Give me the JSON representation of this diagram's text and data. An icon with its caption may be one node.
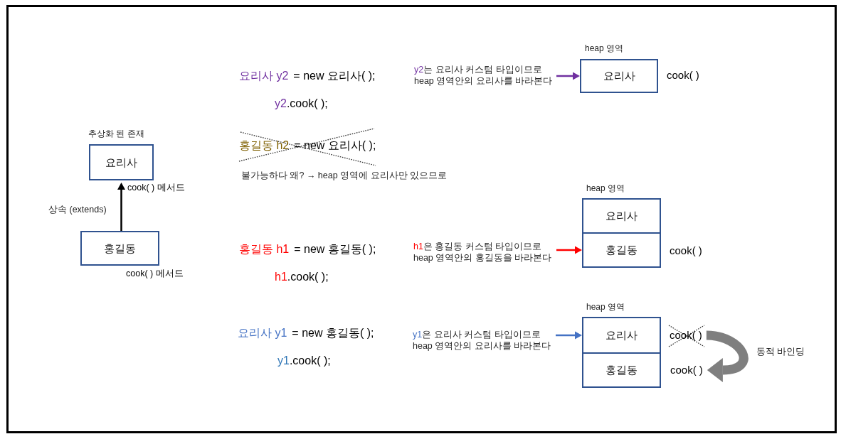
{
  "diagram": {
    "nodes": [
      {
        "text": [
          "추상화 된 존재",
          "요리사"
        ],
        "beside": [
          "cook( ) 메서드"
        ]
      },
      {
        "text": [
          "홍길동"
        ],
        "beside": [
          "cook( ) 메서드"
        ]
      },
      {
        "text": [
          "y2",
          "는 요리사 커스텀 타입이므로 heap 영역안의 요리사를 바라본다"
        ]
      },
      {
        "text": [
          "heap 영역",
          "요리사"
        ],
        "beside": [
          "cook( )"
        ]
      },
      {
        "text": [
          "h1",
          "은 홍길동 커스텀 타입이므로 heap 영역안의 홍길동을 바라본다"
        ]
      },
      {
        "text": [
          "heap 영역",
          "요리사"
        ]
      },
      {
        "text": [
          "홍길동"
        ],
        "beside": [
          "cook( )"
        ]
      },
      {
        "text": [
          "y1",
          "은 요리사 커스텀 타입이므로 heap 영역안의 요리사를 바라본다"
        ]
      },
      {
        "text": [
          "heap 영역",
          "요리사"
        ]
      },
      {
        "text": [
          "홍길동"
        ]
      },
      {
        "text": [
          "cook( )"
        ]
      },
      {
        "text": [
          "cook( )"
        ]
      }
    ],
    "edges": [
      {
        "from": 1,
        "to": 0,
        "arrow": "to",
        "label": "상속 (extends)"
      },
      {
        "from": 2,
        "to": 3,
        "arrow": "to",
        "color": "#7030a0"
      },
      {
        "from": 4,
        "to": 6,
        "arrow": "to",
        "color": "#ff0000"
      },
      {
        "from": 7,
        "to": 8,
        "arrow": "to",
        "color": "#4472c4"
      },
      {
        "from": 10,
        "to": 11,
        "arrow": "to",
        "label": "동적 바인딩",
        "style": "thick",
        "color": "#7f7f7f"
      }
    ],
    "labels": [
      "요리사 y2",
      "= new 요리사( );",
      "y2",
      ".cook( );",
      "홍길동 h2",
      "= new 요리사( );",
      "불가능하다 왜? → heap 영역에 요리사만 있으므로",
      "홍길동 h1",
      "= new 홍길동( );",
      "h1",
      ".cook( );",
      "요리사 y1",
      "= new 홍길동( );",
      "y1",
      ".cook( );"
    ]
  }
}
